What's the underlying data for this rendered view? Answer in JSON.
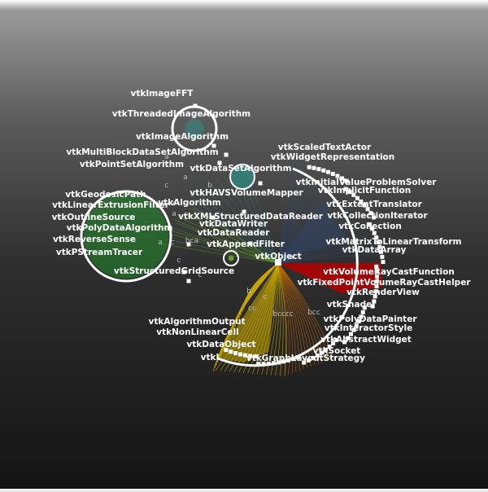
{
  "colors": {
    "text": "#ffffff",
    "ring": "#ffffff",
    "edge_label": "#bdbdbd",
    "fan_yellow": "#c8a800",
    "fan_orange": "#c86a00",
    "fan_red": "#b40000",
    "fan_blue": "#2e4a78",
    "fan_green": "#5a9e2a",
    "fan_teal": "#2f7d74",
    "blob_green": "#1f8a28",
    "blob_teal": "#2e8f86"
  },
  "nodes": [
    {
      "id": "obj",
      "label": "vtkObject"
    },
    {
      "id": "alg",
      "label": "vtkAlgorithm"
    },
    {
      "id": "fft",
      "label": "vtkImageFFT"
    },
    {
      "id": "thr",
      "label": "vtkThreadedImageAlgorithm"
    },
    {
      "id": "img",
      "label": "vtkImageAlgorithm"
    },
    {
      "id": "mbd",
      "label": "vtkMultiBlockDataSetAlgorithm"
    },
    {
      "id": "pts",
      "label": "vtkPointSetAlgorithm"
    },
    {
      "id": "dsa",
      "label": "vtkDataSetAlgorithm"
    },
    {
      "id": "hav",
      "label": "vtkHAVSVolumeMapper"
    },
    {
      "id": "geo",
      "label": "vtkGeodesicPath"
    },
    {
      "id": "lin",
      "label": "vtkLinearExtrusionFilter"
    },
    {
      "id": "out",
      "label": "vtkOutlineSource"
    },
    {
      "id": "pda",
      "label": "vtkPolyDataAlgorithm"
    },
    {
      "id": "rev",
      "label": "vtkReverseSense"
    },
    {
      "id": "pst",
      "label": "vtkPStreamTracer"
    },
    {
      "id": "sgs",
      "label": "vtkStructuredGridSource"
    },
    {
      "id": "xml",
      "label": "vtkXMLStructuredDataReader"
    },
    {
      "id": "dwr",
      "label": "vtkDataWriter"
    },
    {
      "id": "drd",
      "label": "vtkDataReader"
    },
    {
      "id": "apf",
      "label": "vtkAppendFilter"
    },
    {
      "id": "sta",
      "label": "vtkScaledTextActor"
    },
    {
      "id": "wrp",
      "label": "vtkWidgetRepresentation"
    },
    {
      "id": "ivp",
      "label": "vtkInitialValueProblemSolver"
    },
    {
      "id": "imf",
      "label": "vtkImplicitFunction"
    },
    {
      "id": "ext",
      "label": "vtkExtentTranslator"
    },
    {
      "id": "col",
      "label": "vtkCollectionIterator"
    },
    {
      "id": "cln",
      "label": "vtkCollection"
    },
    {
      "id": "mtx",
      "label": "vtkMatrixToLinearTransform"
    },
    {
      "id": "dar",
      "label": "vtkDataArray"
    },
    {
      "id": "vrc",
      "label": "vtkVolumeRayCastFunction"
    },
    {
      "id": "fpv",
      "label": "vtkFixedPointVolumeRayCastHelper"
    },
    {
      "id": "rnv",
      "label": "vtkRenderView"
    },
    {
      "id": "shd",
      "label": "vtkShader"
    },
    {
      "id": "pdp",
      "label": "vtkPolyDataPainter"
    },
    {
      "id": "ist",
      "label": "vtkInteractorStyle"
    },
    {
      "id": "abw",
      "label": "vtkAbstractWidget"
    },
    {
      "id": "soc",
      "label": "vtkSocket"
    },
    {
      "id": "glo",
      "label": "vtkGraphLayoutStrategy"
    },
    {
      "id": "iii",
      "label": "vtkI"
    },
    {
      "id": "ado",
      "label": "vtkDataObject"
    },
    {
      "id": "nlc",
      "label": "vtkNonLinearCell"
    },
    {
      "id": "alo",
      "label": "vtkAlgorithmOutput"
    }
  ],
  "edge_labels": [
    "a",
    "a",
    "c",
    "a",
    "a",
    "b",
    "bca",
    "a",
    "c",
    "c",
    "b",
    "c",
    "cc",
    "bcccc",
    "bcc",
    "a",
    "a",
    "c"
  ]
}
